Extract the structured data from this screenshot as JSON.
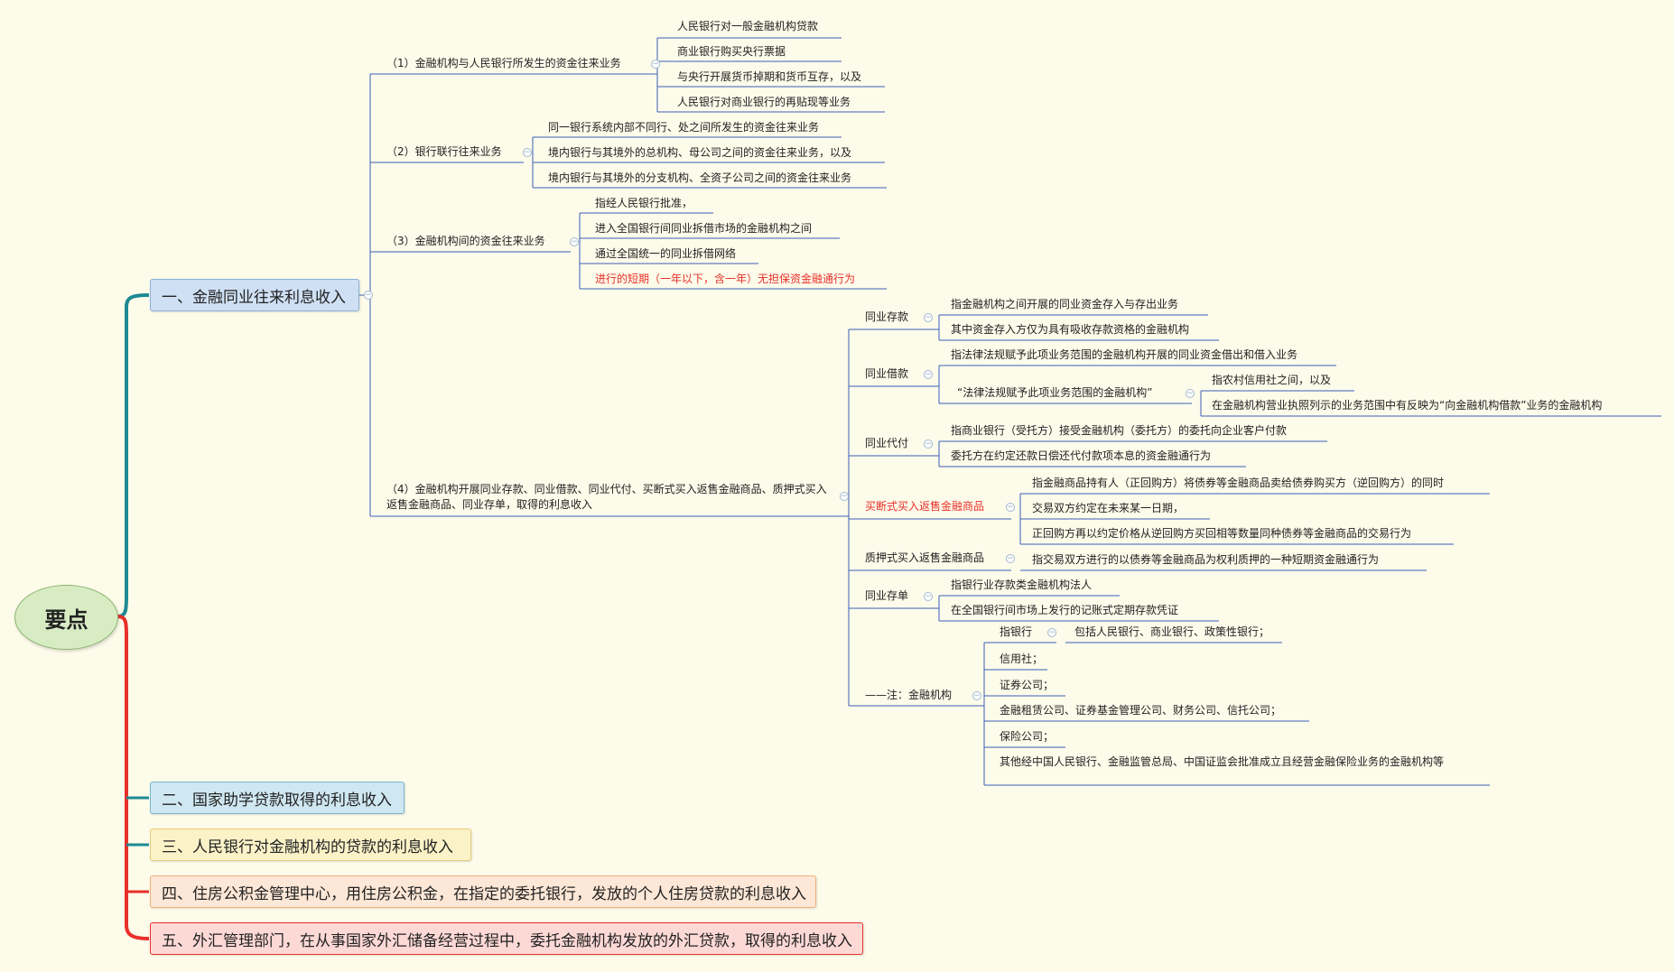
{
  "root": {
    "label": "要点"
  },
  "colors": {
    "line": "#3a5fb5",
    "branch_teal": "#1e8a94",
    "branch_red": "#e8302a",
    "accent_red": "#e8302a"
  },
  "branches": {
    "b1": {
      "label": "一、金融同业往来利息收入"
    },
    "b2": {
      "label": "二、国家助学贷款取得的利息收入"
    },
    "b3": {
      "label": "三、人民银行对金融机构的贷款的利息收入"
    },
    "b4": {
      "label": "四、住房公积金管理中心，用住房公积金，在指定的委托银行，发放的个人住房贷款的利息收入"
    },
    "b5": {
      "label": "五、外汇管理部门，在从事国家外汇储备经营过程中，委托金融机构发放的外汇贷款，取得的利息收入"
    }
  },
  "sub": {
    "s1": {
      "label": "（1）金融机构与人民银行所发生的资金往来业务",
      "items": [
        "人民银行对一般金融机构贷款",
        "商业银行购买央行票据",
        "与央行开展货币掉期和货币互存，以及",
        "人民银行对商业银行的再贴现等业务"
      ]
    },
    "s2": {
      "label": "（2）银行联行往来业务",
      "items": [
        "同一银行系统内部不同行、处之间所发生的资金往来业务",
        "境内银行与其境外的总机构、母公司之间的资金往来业务，以及",
        "境内银行与其境外的分支机构、全资子公司之间的资金往来业务"
      ]
    },
    "s3": {
      "label": "（3）金融机构间的资金往来业务",
      "items": [
        "指经人民银行批准，",
        "进入全国银行间同业拆借市场的金融机构之间",
        "通过全国统一的同业拆借网络",
        "进行的短期（一年以下，含一年）无担保资金融通行为"
      ]
    },
    "s4": {
      "label": "（4）金融机构开展同业存款、同业借款、同业代付、买断式买入返售金融商品、质押式买入返售金融商品、同业存单，取得的利息收入"
    }
  },
  "s4children": {
    "deposit": {
      "label": "同业存款",
      "items": [
        "指金融机构之间开展的同业资金存入与存出业务",
        "其中资金存入方仅为具有吸收存款资格的金融机构"
      ]
    },
    "borrow": {
      "label": "同业借款",
      "item": "指法律法规赋予此项业务范围的金融机构开展的同业资金借出和借入业务",
      "sub_label": "“法律法规赋予此项业务范围的金融机构”",
      "sub_items": [
        "指农村信用社之间，以及",
        "在金融机构营业执照列示的业务范围中有反映为“向金融机构借款”业务的金融机构"
      ]
    },
    "pay": {
      "label": "同业代付",
      "items": [
        "指商业银行（受托方）接受金融机构（委托方）的委托向企业客户付款",
        "委托方在约定还款日偿还代付款项本息的资金融通行为"
      ]
    },
    "buyout": {
      "label": "买断式买入返售金融商品",
      "items": [
        "指金融商品持有人（正回购方）将债券等金融商品卖给债券购买方（逆回购方）的同时",
        "交易双方约定在未来某一日期，",
        "正回购方再以约定价格从逆回购方买回相等数量同种债券等金融商品的交易行为"
      ]
    },
    "pledge": {
      "label": "质押式买入返售金融商品",
      "item": "指交易双方进行的以债券等金融商品为权利质押的一种短期资金融通行为"
    },
    "cd": {
      "label": "同业存单",
      "items": [
        "指银行业存款类金融机构法人",
        "在全国银行间市场上发行的记账式定期存款凭证"
      ]
    },
    "note": {
      "label": "——注：金融机构",
      "bank_label": "指银行",
      "bank_item": "包括人民银行、商业银行、政策性银行；",
      "items": [
        "信用社；",
        "证券公司；",
        "金融租赁公司、证券基金管理公司、财务公司、信托公司；",
        "保险公司；",
        "其他经中国人民银行、金融监管总局、中国证监会批准成立且经营金融保险业务的金融机构等"
      ]
    }
  }
}
